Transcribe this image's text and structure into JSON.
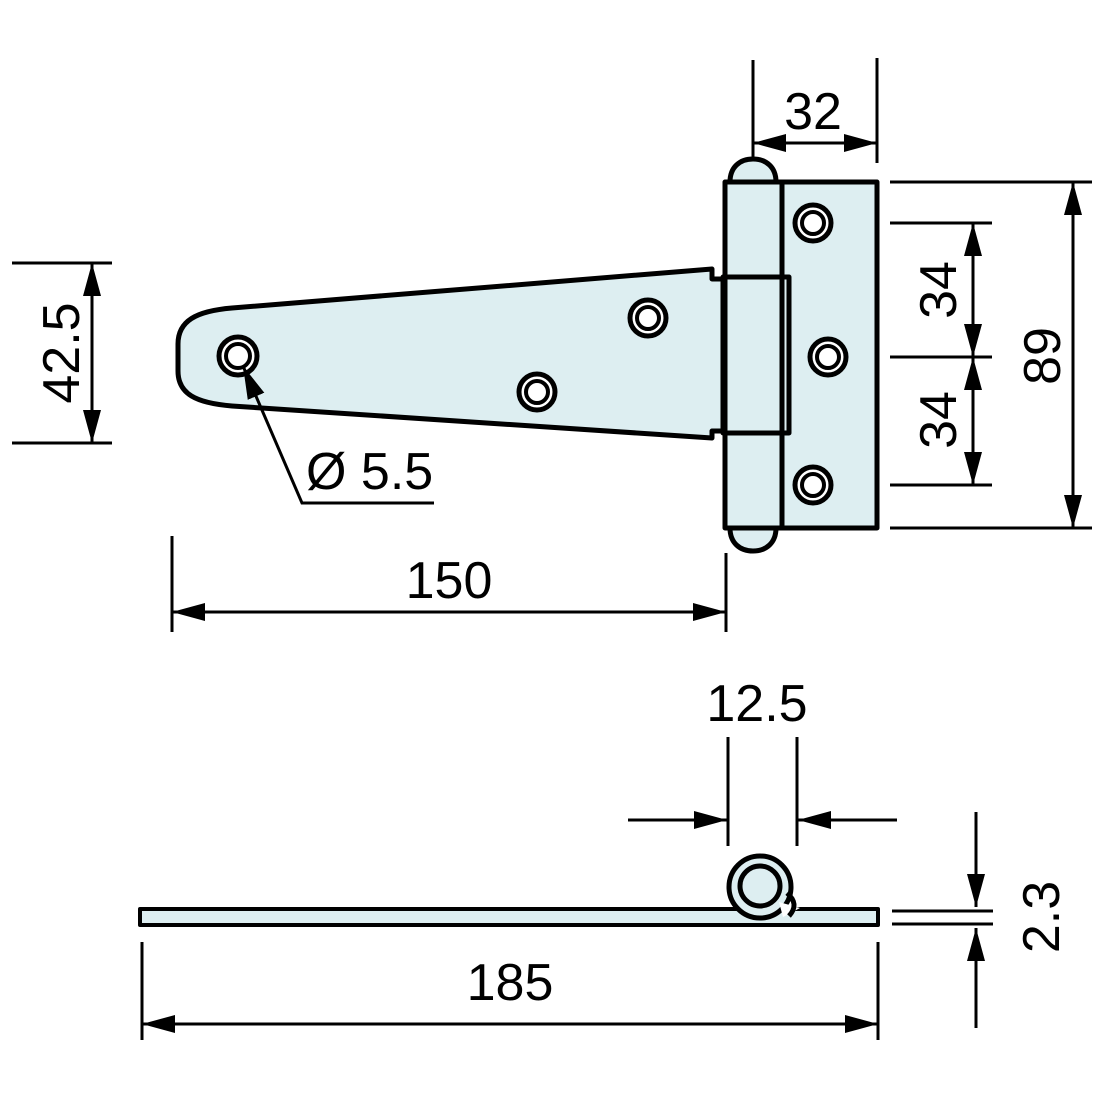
{
  "drawing": {
    "part": "t-hinge-technical-drawing",
    "background_color": "#ffffff",
    "line_color": "#000000",
    "metal_fill_color": "#ddeef1",
    "views": {
      "top": {
        "dimensions": {
          "plate_width": "32",
          "strap_width": "42.5",
          "hole_diameter": "Ø 5.5",
          "strap_length": "150",
          "hole_spacing_top": "34",
          "hole_spacing_bottom": "34",
          "plate_height": "89"
        }
      },
      "side": {
        "dimensions": {
          "knuckle_diameter": "12.5",
          "thickness": "2.3",
          "total_length": "185"
        }
      }
    }
  }
}
